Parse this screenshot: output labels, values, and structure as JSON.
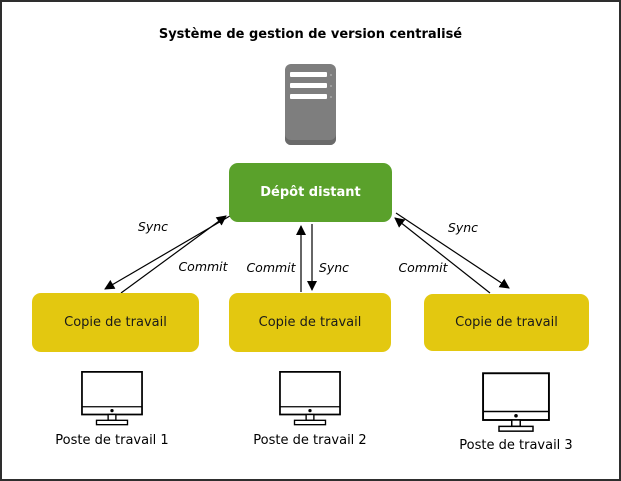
{
  "title": "Système de gestion de version centralisé",
  "colors": {
    "green": "#5aa12b",
    "yellow": "#e3c810",
    "server_gray": "#7e7e7e",
    "server_shadow": "#6a6a6a"
  },
  "repository": {
    "label": "Dépôt distant"
  },
  "working_copies": [
    {
      "label": "Copie de travail"
    },
    {
      "label": "Copie de travail"
    },
    {
      "label": "Copie de travail"
    }
  ],
  "edges": {
    "left": {
      "sync": "Sync",
      "commit": "Commit"
    },
    "middle": {
      "commit": "Commit",
      "sync": "Sync"
    },
    "right": {
      "sync": "Sync",
      "commit": "Commit"
    }
  },
  "workstations": [
    {
      "label": "Poste de travail 1"
    },
    {
      "label": "Poste de travail 2"
    },
    {
      "label": "Poste de travail 3"
    }
  ]
}
